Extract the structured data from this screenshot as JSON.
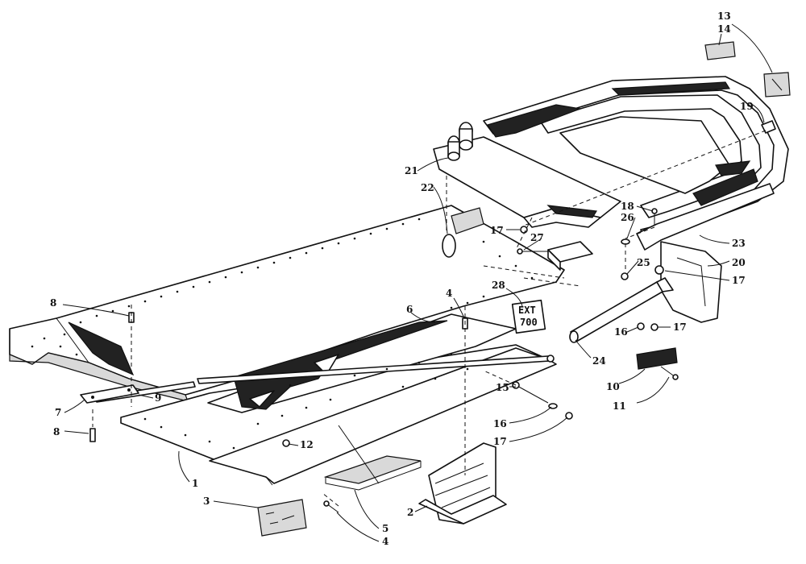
{
  "badge": {
    "line1": "EXT",
    "line2": "700"
  },
  "callouts": [
    {
      "id": "c-13",
      "label": "13"
    },
    {
      "id": "c-14",
      "label": "14"
    },
    {
      "id": "c-19",
      "label": "19"
    },
    {
      "id": "c-21",
      "label": "21"
    },
    {
      "id": "c-22",
      "label": "22"
    },
    {
      "id": "c-18",
      "label": "18"
    },
    {
      "id": "c-26",
      "label": "26"
    },
    {
      "id": "c-17a",
      "label": "17"
    },
    {
      "id": "c-27",
      "label": "27"
    },
    {
      "id": "c-23",
      "label": "23"
    },
    {
      "id": "c-20",
      "label": "20"
    },
    {
      "id": "c-25",
      "label": "25"
    },
    {
      "id": "c-17b",
      "label": "17"
    },
    {
      "id": "c-28",
      "label": "28"
    },
    {
      "id": "c-4a",
      "label": "4"
    },
    {
      "id": "c-8a",
      "label": "8"
    },
    {
      "id": "c-6",
      "label": "6"
    },
    {
      "id": "c-16a",
      "label": "16"
    },
    {
      "id": "c-17c",
      "label": "17"
    },
    {
      "id": "c-24",
      "label": "24"
    },
    {
      "id": "c-10",
      "label": "10"
    },
    {
      "id": "c-9",
      "label": "9"
    },
    {
      "id": "c-7",
      "label": "7"
    },
    {
      "id": "c-15",
      "label": "15"
    },
    {
      "id": "c-11",
      "label": "11"
    },
    {
      "id": "c-16b",
      "label": "16"
    },
    {
      "id": "c-8b",
      "label": "8"
    },
    {
      "id": "c-12",
      "label": "12"
    },
    {
      "id": "c-17d",
      "label": "17"
    },
    {
      "id": "c-1",
      "label": "1"
    },
    {
      "id": "c-3",
      "label": "3"
    },
    {
      "id": "c-2",
      "label": "2"
    },
    {
      "id": "c-5",
      "label": "5"
    },
    {
      "id": "c-4b",
      "label": "4"
    }
  ]
}
